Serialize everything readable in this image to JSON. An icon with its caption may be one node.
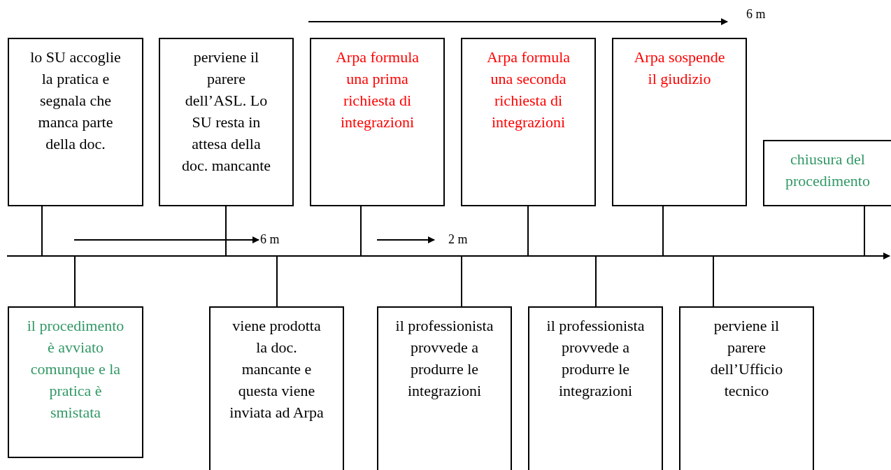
{
  "diagram": {
    "nodes": [
      {
        "text": [
          "lo SU accoglie la pratica e segnala che manca parte della doc."
        ]
      },
      {
        "text": [
          "perviene il parere dell’ASL. Lo SU resta in attesa della doc. mancante"
        ]
      },
      {
        "text": [
          "Arpa formula una prima richiesta di integrazioni"
        ]
      },
      {
        "text": [
          "Arpa formula una seconda richiesta di integrazioni"
        ]
      },
      {
        "text": [
          "Arpa sospende il giudizio"
        ]
      },
      {
        "text": [
          "chiusura del procedimento"
        ]
      },
      {
        "text": [
          "il procedimento è avviato comunque e la pratica è smistata"
        ]
      },
      {
        "text": [
          "viene prodotta la doc. mancante e questa viene inviata ad Arpa"
        ]
      },
      {
        "text": [
          "il professionista provvede a produrre le integrazioni"
        ]
      },
      {
        "text": [
          "il professionista provvede a produrre le integrazioni"
        ]
      },
      {
        "text": [
          "perviene il parere dell’Ufficio tecnico"
        ]
      },
      {
        "text": [],
        "shape": "line"
      }
    ],
    "edges": [
      {
        "from": 0,
        "to": 11,
        "arrow": "none"
      },
      {
        "from": 1,
        "to": 11,
        "arrow": "none"
      },
      {
        "from": 2,
        "to": 11,
        "arrow": "none"
      },
      {
        "from": 3,
        "to": 11,
        "arrow": "none"
      },
      {
        "from": 4,
        "to": 11,
        "arrow": "none"
      },
      {
        "from": 5,
        "to": 11,
        "arrow": "none"
      },
      {
        "from": 6,
        "to": 11,
        "arrow": "none"
      },
      {
        "from": 7,
        "to": 11,
        "arrow": "none"
      },
      {
        "from": 8,
        "to": 11,
        "arrow": "none"
      },
      {
        "from": 9,
        "to": 11,
        "arrow": "none"
      },
      {
        "from": 10,
        "to": 11,
        "arrow": "none"
      }
    ],
    "labels": [
      "6 m",
      "6 m",
      "2 m"
    ]
  }
}
